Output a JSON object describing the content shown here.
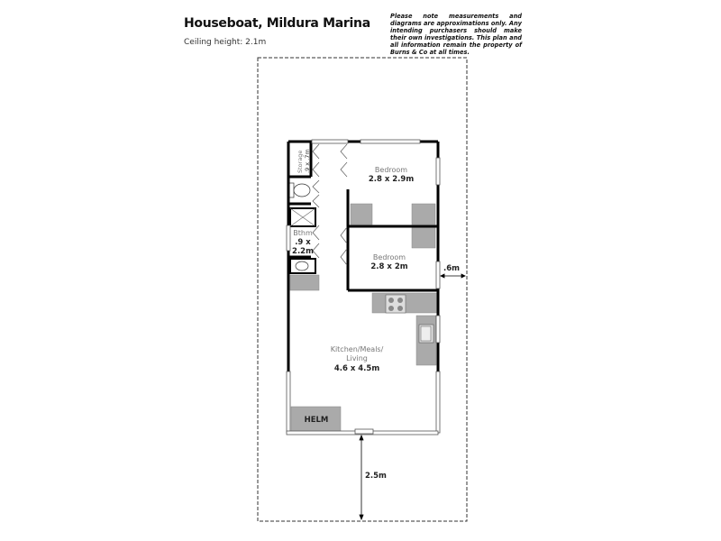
{
  "header": {
    "title": "Houseboat, Mildura Marina",
    "ceiling_height": "Ceiling height: 2.1m",
    "disclaimer": "Please note measurements and diagrams are approximations only. Any intending purchasers should make their own investigations. This plan and all information remain the property of Burns & Co at all times."
  },
  "rooms": {
    "storage": {
      "name": "Storage",
      "size": ".9 x .7m"
    },
    "bedroom1": {
      "name": "Bedroom",
      "size": "2.8 x 2.9m"
    },
    "bathroom": {
      "name": "Bthm",
      "size_line1": ".9 x",
      "size_line2": "2.2m"
    },
    "bedroom2": {
      "name": "Bedroom",
      "size": "2.8 x 2m"
    },
    "living": {
      "name_line1": "Kitchen/Meals/",
      "name_line2": "Living",
      "size": "4.6 x 4.5m"
    },
    "helm": {
      "name": "HELM"
    }
  },
  "dimensions": {
    "side_clearance": ".6m",
    "front_deck": "2.5m"
  }
}
